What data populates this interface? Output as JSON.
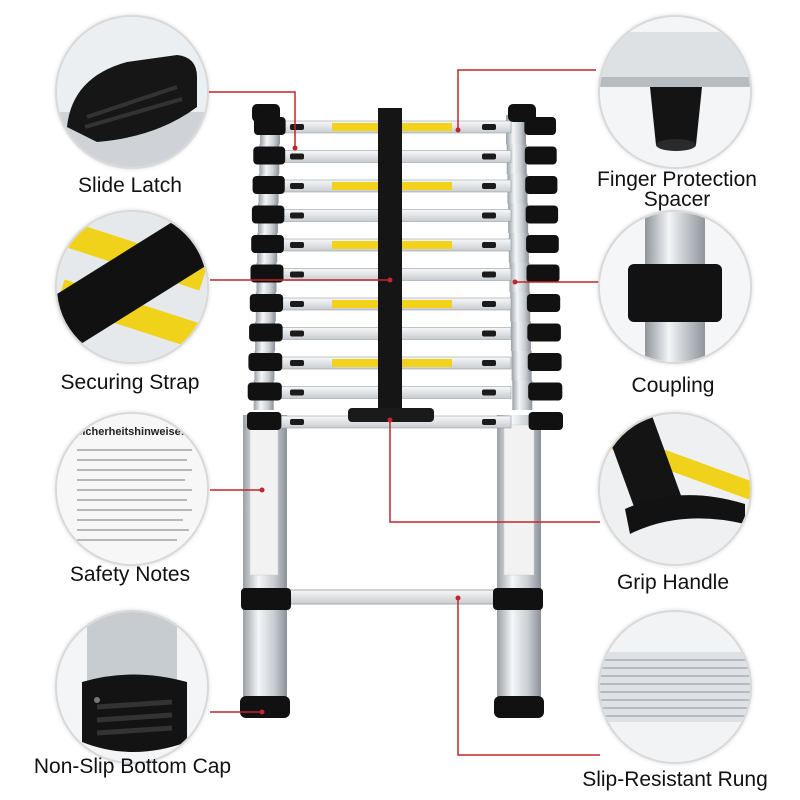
{
  "callouts": {
    "slide_latch": "Slide Latch",
    "finger_protection_line1": "Finger Protection",
    "finger_protection_line2": "Spacer",
    "securing_strap": "Securing Strap",
    "coupling": "Coupling",
    "safety_notes": "Safety Notes",
    "grip_handle": "Grip Handle",
    "non_slip_bottom_cap": "Non-Slip Bottom Cap",
    "slip_resistant_rung": "Slip-Resistant Rung"
  },
  "inset_text": {
    "safety_notes_heading": "Sicherheitshinweise:"
  },
  "colors": {
    "leader_line": "#c0262b",
    "aluminium": "#d9dde1",
    "plastic": "#111111",
    "warning_label": "#f2d21b"
  }
}
